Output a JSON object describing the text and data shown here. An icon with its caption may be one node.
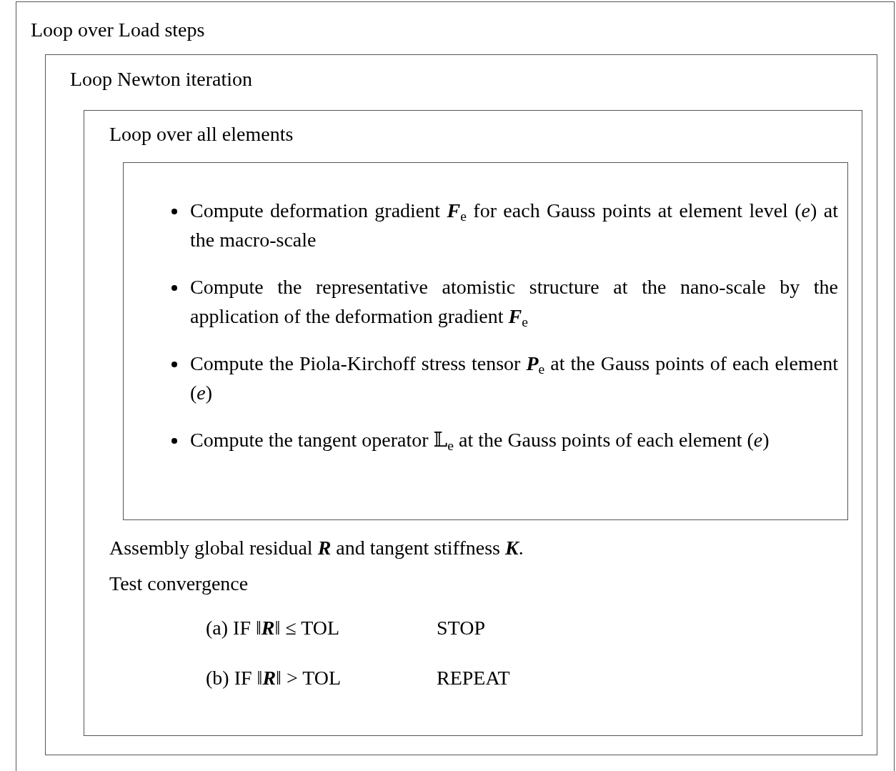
{
  "diagram": {
    "nodes": [
      {
        "text": [
          "Loop over Load steps"
        ]
      },
      {
        "text": [
          "Loop Newton iteration"
        ],
        "in": 0
      },
      {
        "text": [
          "Loop over all elements",
          "Assembly global residual **R** and tangent stiffness **K**.",
          "Test convergence",
          "(a) IF ‖**R**‖ ≤ TOL",
          "STOP",
          "(b) IF ‖**R**‖ > TOL",
          "REPEAT"
        ],
        "in": 1
      },
      {
        "text": [
          "Compute deformation gradient **F**$_{e}$ for each Gauss points at element level (*e*) at the macro-scale",
          "Compute the representative atomistic structure at the nano-scale by the application of the deformation gradient **F**$_{e}$",
          "Compute the Piola-Kirchoff stress tensor **P**$_{e}$ at the Gauss points of each element (*e*)",
          "Compute the tangent operator 𝕃$_{e}$ at the Gauss points of each element (*e*)"
        ],
        "in": 2
      }
    ]
  }
}
